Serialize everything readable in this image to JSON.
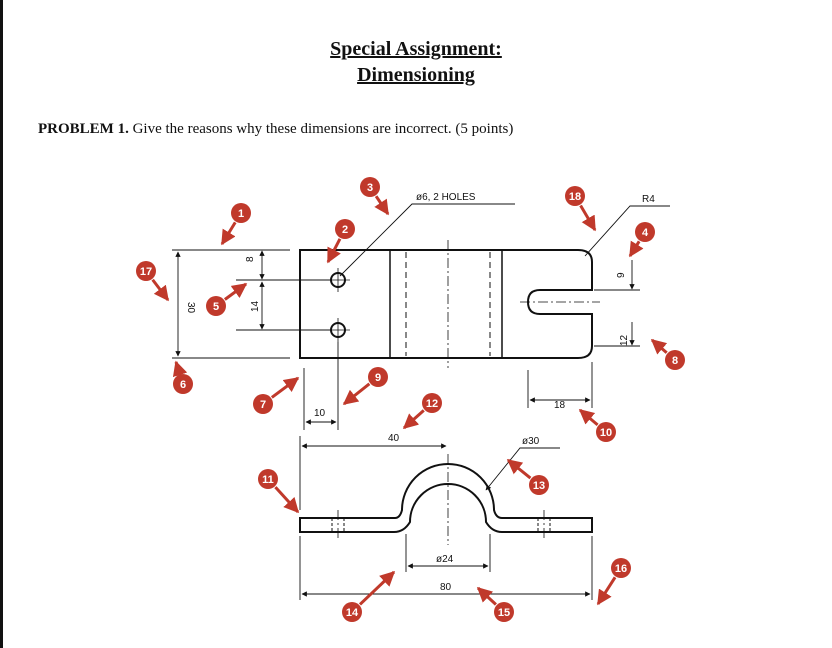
{
  "header": {
    "title_line1": "Special Assignment:",
    "title_line2": "Dimensioning"
  },
  "problem": {
    "label": "PROBLEM 1.",
    "text": " Give the reasons why these dimensions are incorrect. (5 points)"
  },
  "dimensions": {
    "holes": "ø6, 2 HOLES",
    "radius": "R4",
    "height_30": "30",
    "dim_8": "8",
    "dim_14": "14",
    "dim_9": "9",
    "dim_12": "12",
    "dim_10": "10",
    "dim_18": "18",
    "dim_40": "40",
    "dia_30": "ø30",
    "dia_24": "ø24",
    "dim_80": "80"
  },
  "markers": [
    "1",
    "2",
    "3",
    "4",
    "5",
    "6",
    "7",
    "8",
    "9",
    "10",
    "11",
    "12",
    "13",
    "14",
    "15",
    "16",
    "17",
    "18"
  ],
  "colors": {
    "marker": "#c0392b",
    "line": "#111111"
  }
}
